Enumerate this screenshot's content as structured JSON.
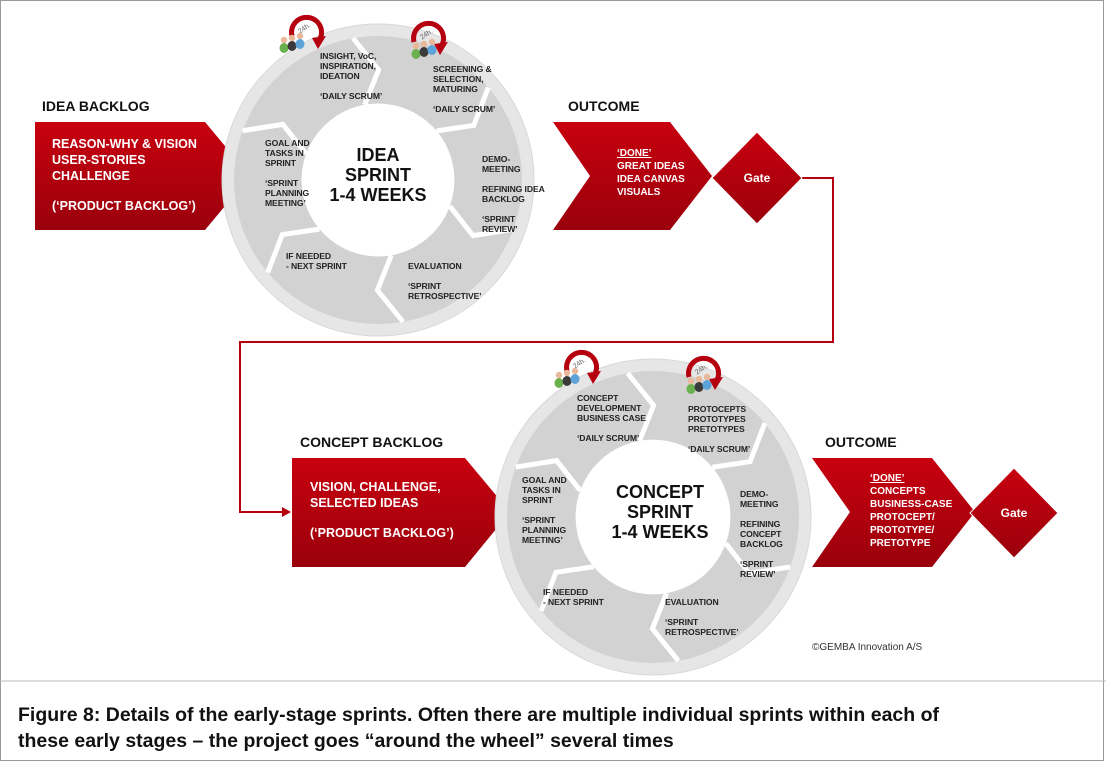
{
  "colors": {
    "red": "#b5000f",
    "gray": "#d2d2d2",
    "ring": "#e6e6e6"
  },
  "idea": {
    "backlog_header": "IDEA BACKLOG",
    "backlog_text": "REASON-WHY & VISION\nUSER-STORIES\nCHALLENGE",
    "backlog_note": "(‘PRODUCT BACKLOG’)",
    "center": "IDEA\nSPRINT\n1-4 WEEKS",
    "segments": [
      "INSIGHT, VoC,\nINSPIRATION,\nIDEATION\n\n‘DAILY SCRUM’",
      "SCREENING &\nSELECTION,\nMATURING\n\n‘DAILY SCRUM’",
      "DEMO-\nMEETING\n\nREFINING IDEA\nBACKLOG\n\n‘SPRINT\nREVIEW’",
      "EVALUATION\n\n‘SPRINT\nRETROSPECTIVE’",
      "IF NEEDED\n- NEXT SPRINT",
      "GOAL AND\nTASKS IN\nSPRINT\n\n‘SPRINT\nPLANNING\nMEETING’"
    ],
    "clock_label": "24h.",
    "outcome_header": "OUTCOME",
    "outcome_done": "‘DONE’",
    "outcome_text": "GREAT IDEAS\nIDEA CANVAS\nVISUALS",
    "gate": "Gate"
  },
  "concept": {
    "backlog_header": "CONCEPT BACKLOG",
    "backlog_text": "VISION, CHALLENGE,\nSELECTED IDEAS",
    "backlog_note": "(‘PRODUCT BACKLOG’)",
    "center": "CONCEPT\nSPRINT\n1-4 WEEKS",
    "segments": [
      "CONCEPT\nDEVELOPMENT\nBUSINESS CASE\n\n‘DAILY SCRUM’",
      "PROTOCEPTS\nPROTOTYPES\nPRETOTYPES\n\n‘DAILY SCRUM’",
      "DEMO-\nMEETING\n\nREFINING\nCONCEPT\nBACKLOG\n\n‘SPRINT\nREVIEW’",
      "EVALUATION\n\n‘SPRINT\nRETROSPECTIVE’",
      "IF NEEDED\n- NEXT SPRINT",
      "GOAL AND\nTASKS IN\nSPRINT\n\n‘SPRINT\nPLANNING\nMEETING’"
    ],
    "clock_label": "24h.",
    "outcome_header": "OUTCOME",
    "outcome_done": "‘DONE’",
    "outcome_text": "CONCEPTS\nBUSINESS-CASE\nPROTOCEPT/\nPROTOTYPE/\nPRETOTYPE",
    "gate": "Gate"
  },
  "copyright": "©GEMBA Innovation A/S",
  "caption": "Figure 8: Details of the early-stage sprints. Often there are multiple individual sprints within each of\nthese early stages – the project goes “around the wheel”  several times"
}
